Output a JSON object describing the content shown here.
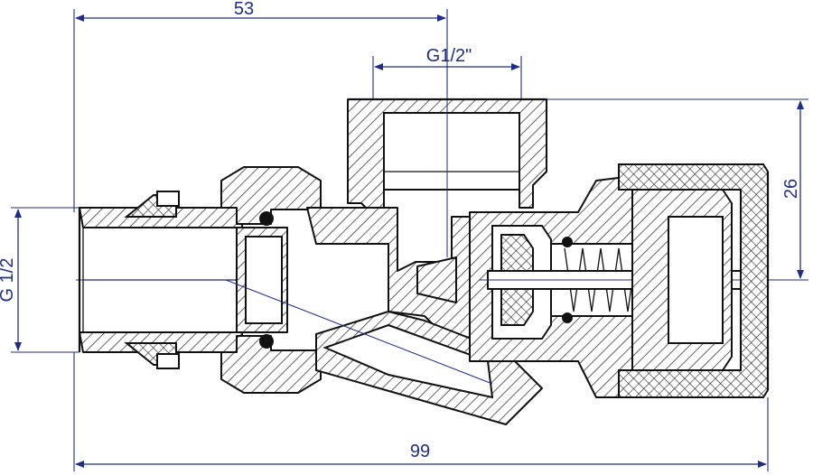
{
  "drawing": {
    "dimensions": {
      "total_length": "99",
      "inlet_to_axis": "53",
      "top_thread": "G1/2\"",
      "side_thread": "G 1/2",
      "head_height": "26"
    },
    "colors": {
      "dimension_blue": "#1f2d8a",
      "outline_black": "#111111",
      "background": "#ffffff"
    }
  }
}
